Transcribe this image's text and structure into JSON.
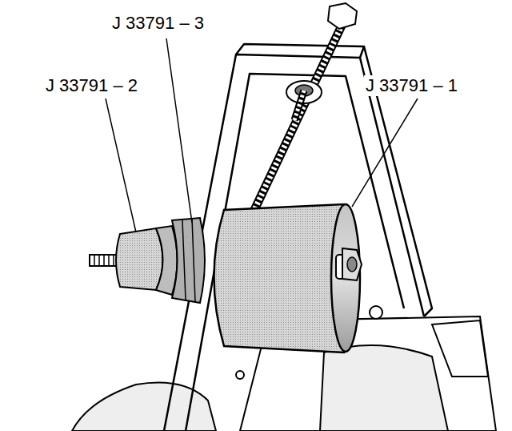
{
  "diagram": {
    "labels": [
      "J 33791 – 3",
      "J 33791 – 2",
      "J 33791 – 1"
    ]
  }
}
